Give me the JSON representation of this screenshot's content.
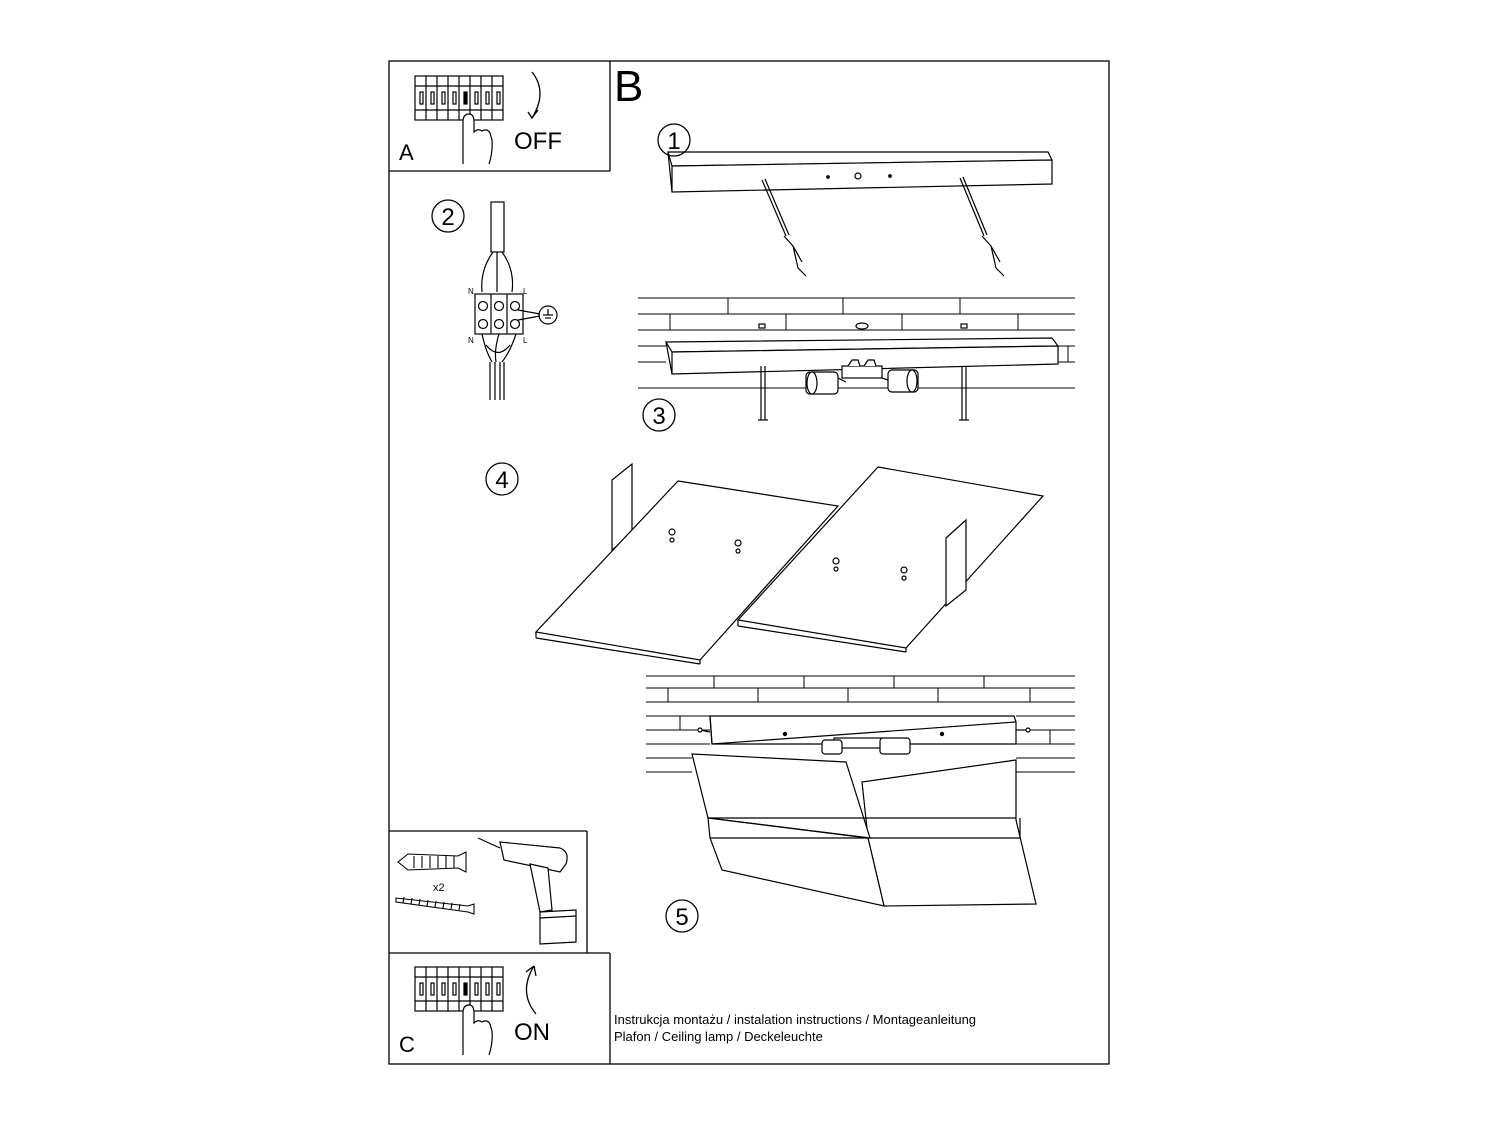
{
  "panels": {
    "a": {
      "letter": "A",
      "action": "OFF"
    },
    "b": {
      "letter": "B"
    },
    "c": {
      "letter": "C",
      "action": "ON"
    }
  },
  "steps": [
    "1",
    "2",
    "3",
    "4",
    "5"
  ],
  "kit": {
    "quantity": "x2"
  },
  "terminals": {
    "neutral": "N",
    "live": "L"
  },
  "caption": {
    "line1": "Instrukcja montażu / instalation instructions / Montageanleitung",
    "line2": "Plafon / Ceiling lamp / Deckeleuchte"
  }
}
